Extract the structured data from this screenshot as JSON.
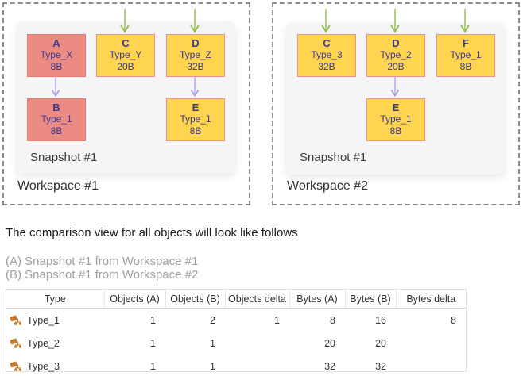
{
  "workspaces": [
    {
      "label": "Workspace #1",
      "snapshot_label": "Snapshot #1",
      "nodes": [
        {
          "id": "A",
          "type": "Type_X",
          "size": "8B",
          "variant": "red"
        },
        {
          "id": "C",
          "type": "Type_Y",
          "size": "20B",
          "variant": "yellow"
        },
        {
          "id": "D",
          "type": "Type_Z",
          "size": "32B",
          "variant": "yellow"
        },
        {
          "id": "B",
          "type": "Type_1",
          "size": "8B",
          "variant": "red"
        },
        {
          "id": "E",
          "type": "Type_1",
          "size": "8B",
          "variant": "yellow"
        }
      ]
    },
    {
      "label": "Workspace #2",
      "snapshot_label": "Snapshot #1",
      "nodes": [
        {
          "id": "C",
          "type": "Type_3",
          "size": "32B",
          "variant": "yellow"
        },
        {
          "id": "D",
          "type": "Type_2",
          "size": "20B",
          "variant": "yellow"
        },
        {
          "id": "F",
          "type": "Type_1",
          "size": "8B",
          "variant": "yellow"
        },
        {
          "id": "E",
          "type": "Type_1",
          "size": "8B",
          "variant": "yellow"
        }
      ]
    }
  ],
  "description": {
    "title": "The comparison view for all objects will look like follows",
    "legend_a": "(A) Snapshot #1 from Workspace #1",
    "legend_b": "(B) Snapshot #1 from Workspace #2"
  },
  "table": {
    "headers": [
      "Type",
      "Objects (A)",
      "Objects (B)",
      "Objects delta",
      "Bytes (A)",
      "Bytes (B)",
      "Bytes delta"
    ],
    "rows": [
      {
        "type": "Type_1",
        "objects_a": "1",
        "objects_b": "2",
        "objects_delta": "1",
        "bytes_a": "8",
        "bytes_b": "16",
        "bytes_delta": "8"
      },
      {
        "type": "Type_2",
        "objects_a": "1",
        "objects_b": "1",
        "objects_delta": "",
        "bytes_a": "20",
        "bytes_b": "20",
        "bytes_delta": ""
      },
      {
        "type": "Type_3",
        "objects_a": "1",
        "objects_b": "1",
        "objects_delta": "",
        "bytes_a": "32",
        "bytes_b": "32",
        "bytes_delta": ""
      }
    ]
  },
  "colors": {
    "node_red_fill": "#ec8b81",
    "node_red_border": "#e87a70",
    "node_yellow_fill": "#ffd44e",
    "node_yellow_border": "#f0908d",
    "node_text": "#3a3a92",
    "arrow_green": "#93bd4a",
    "arrow_purple": "#ae9ce5",
    "dashed_border": "#8c8c8c",
    "panel_bg": "#f5f5f7",
    "type_icon_orange": "#c57a2b"
  }
}
